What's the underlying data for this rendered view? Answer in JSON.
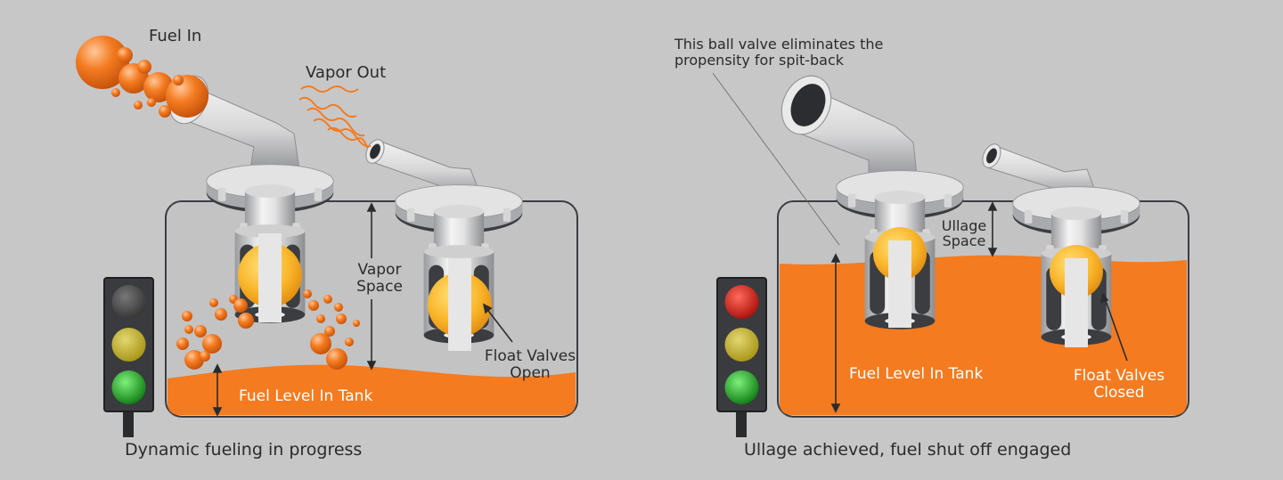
{
  "left_panel": {
    "fuel_in": "Fuel In",
    "vapor_out": "Vapor Out",
    "vapor_space": [
      "Vapor",
      "Space"
    ],
    "float_valves": [
      "Float Valves",
      "Open"
    ],
    "fuel_level": "Fuel Level In Tank",
    "caption": "Dynamic fueling in progress",
    "traffic_light_active": "green"
  },
  "right_panel": {
    "annotation": [
      "This ball valve eliminates the",
      "propensity for spit-back"
    ],
    "ullage_space": [
      "Ullage",
      "Space"
    ],
    "fuel_level": "Fuel Level In Tank",
    "float_valves": [
      "Float Valves",
      "Closed"
    ],
    "caption": "Ullage achieved, fuel shut off engaged",
    "traffic_light_active": "red"
  },
  "colors": {
    "background": "#c7c7c8",
    "fuel": "#f47b20",
    "ball": "#f7b52a",
    "dark": "#3b3d41"
  }
}
